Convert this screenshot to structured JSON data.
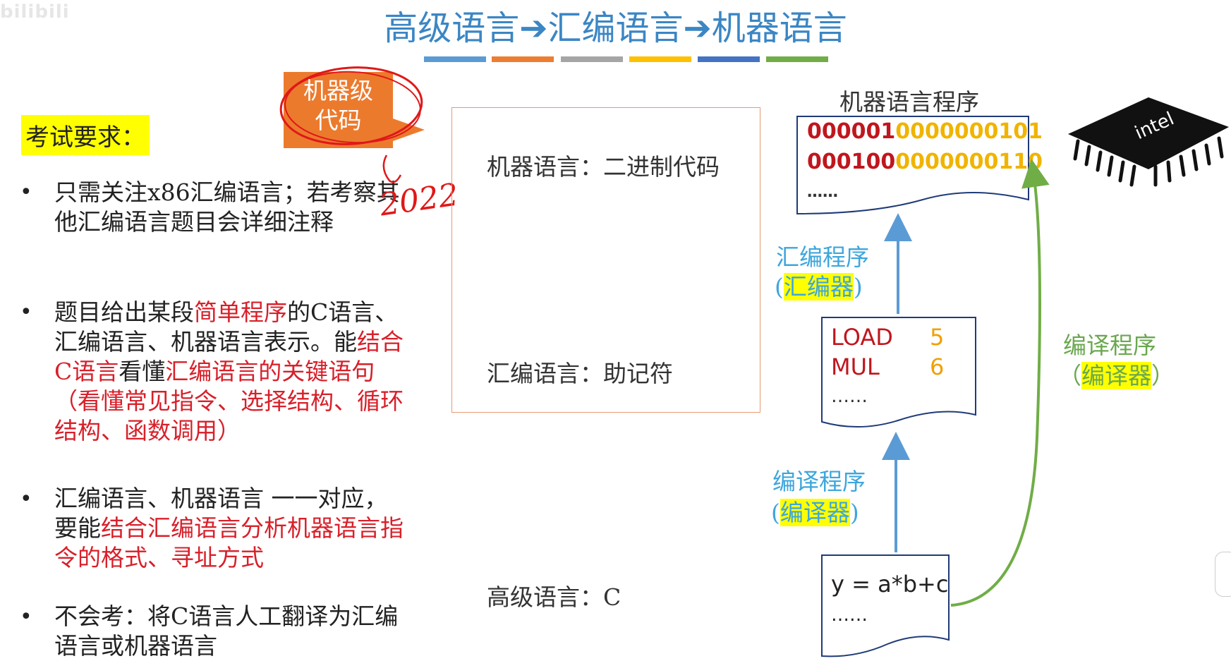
{
  "watermark": "bilibili",
  "title": "高级语言➔汇编语言➔机器语言",
  "title_bar_colors": [
    "#5b9bd5",
    "#ed7d31",
    "#a5a5a5",
    "#ffc000",
    "#4472c4",
    "#70ad47"
  ],
  "exam_label": "考试要求：",
  "bullets": {
    "b1": {
      "text": "只需关注x86汇编语言；若考察其他汇编语言题目会详细注释"
    },
    "b2": {
      "p1": "题目给出某段",
      "p2": "简单程序",
      "p3": "的C语言、汇编语言、机器语言表示。能",
      "p4": "结合C语言",
      "p5": "看懂",
      "p6": "汇编语言的关键语句（看懂常见指令、选择结构、循环结构、函数调用）"
    },
    "b3": {
      "p1": "汇编语言、机器语言 一一对应，要能",
      "p2": "结合汇编语言分析机器语言指令的格式、寻址方式"
    },
    "b4": {
      "text": "不会考：将C语言人工翻译为汇编语言或机器语言"
    }
  },
  "callout": {
    "line1": "机器级",
    "line2": "代码"
  },
  "handwriting": "2022",
  "center": {
    "machine": "机器语言：二进制代码",
    "assembly": "汇编语言：助记符",
    "high": "高级语言：C"
  },
  "machine_program": {
    "title": "机器语言程序",
    "rows": [
      {
        "red": "000001",
        "yellow": "0000000101"
      },
      {
        "red": "000100",
        "yellow": "0000000110"
      }
    ],
    "more": "……"
  },
  "assembly_program": {
    "rows": [
      {
        "op": "LOAD",
        "arg": "5"
      },
      {
        "op": "MUL",
        "arg": "6"
      }
    ],
    "more": "……"
  },
  "c_program": {
    "line": "y = a*b+c",
    "more": "……"
  },
  "labels": {
    "assembler_prog": "汇编程序",
    "assembler_open": "(",
    "assembler": "汇编器",
    "assembler_close": ")",
    "compiler_prog1": "编译程序",
    "compiler_open1": "(",
    "compiler1": "编译器",
    "compiler_close1": ")",
    "compiler_prog2": "编译程序",
    "compiler_open2": "（",
    "compiler2": "编译器",
    "compiler_close2": "）"
  },
  "chip_logo": "intel"
}
